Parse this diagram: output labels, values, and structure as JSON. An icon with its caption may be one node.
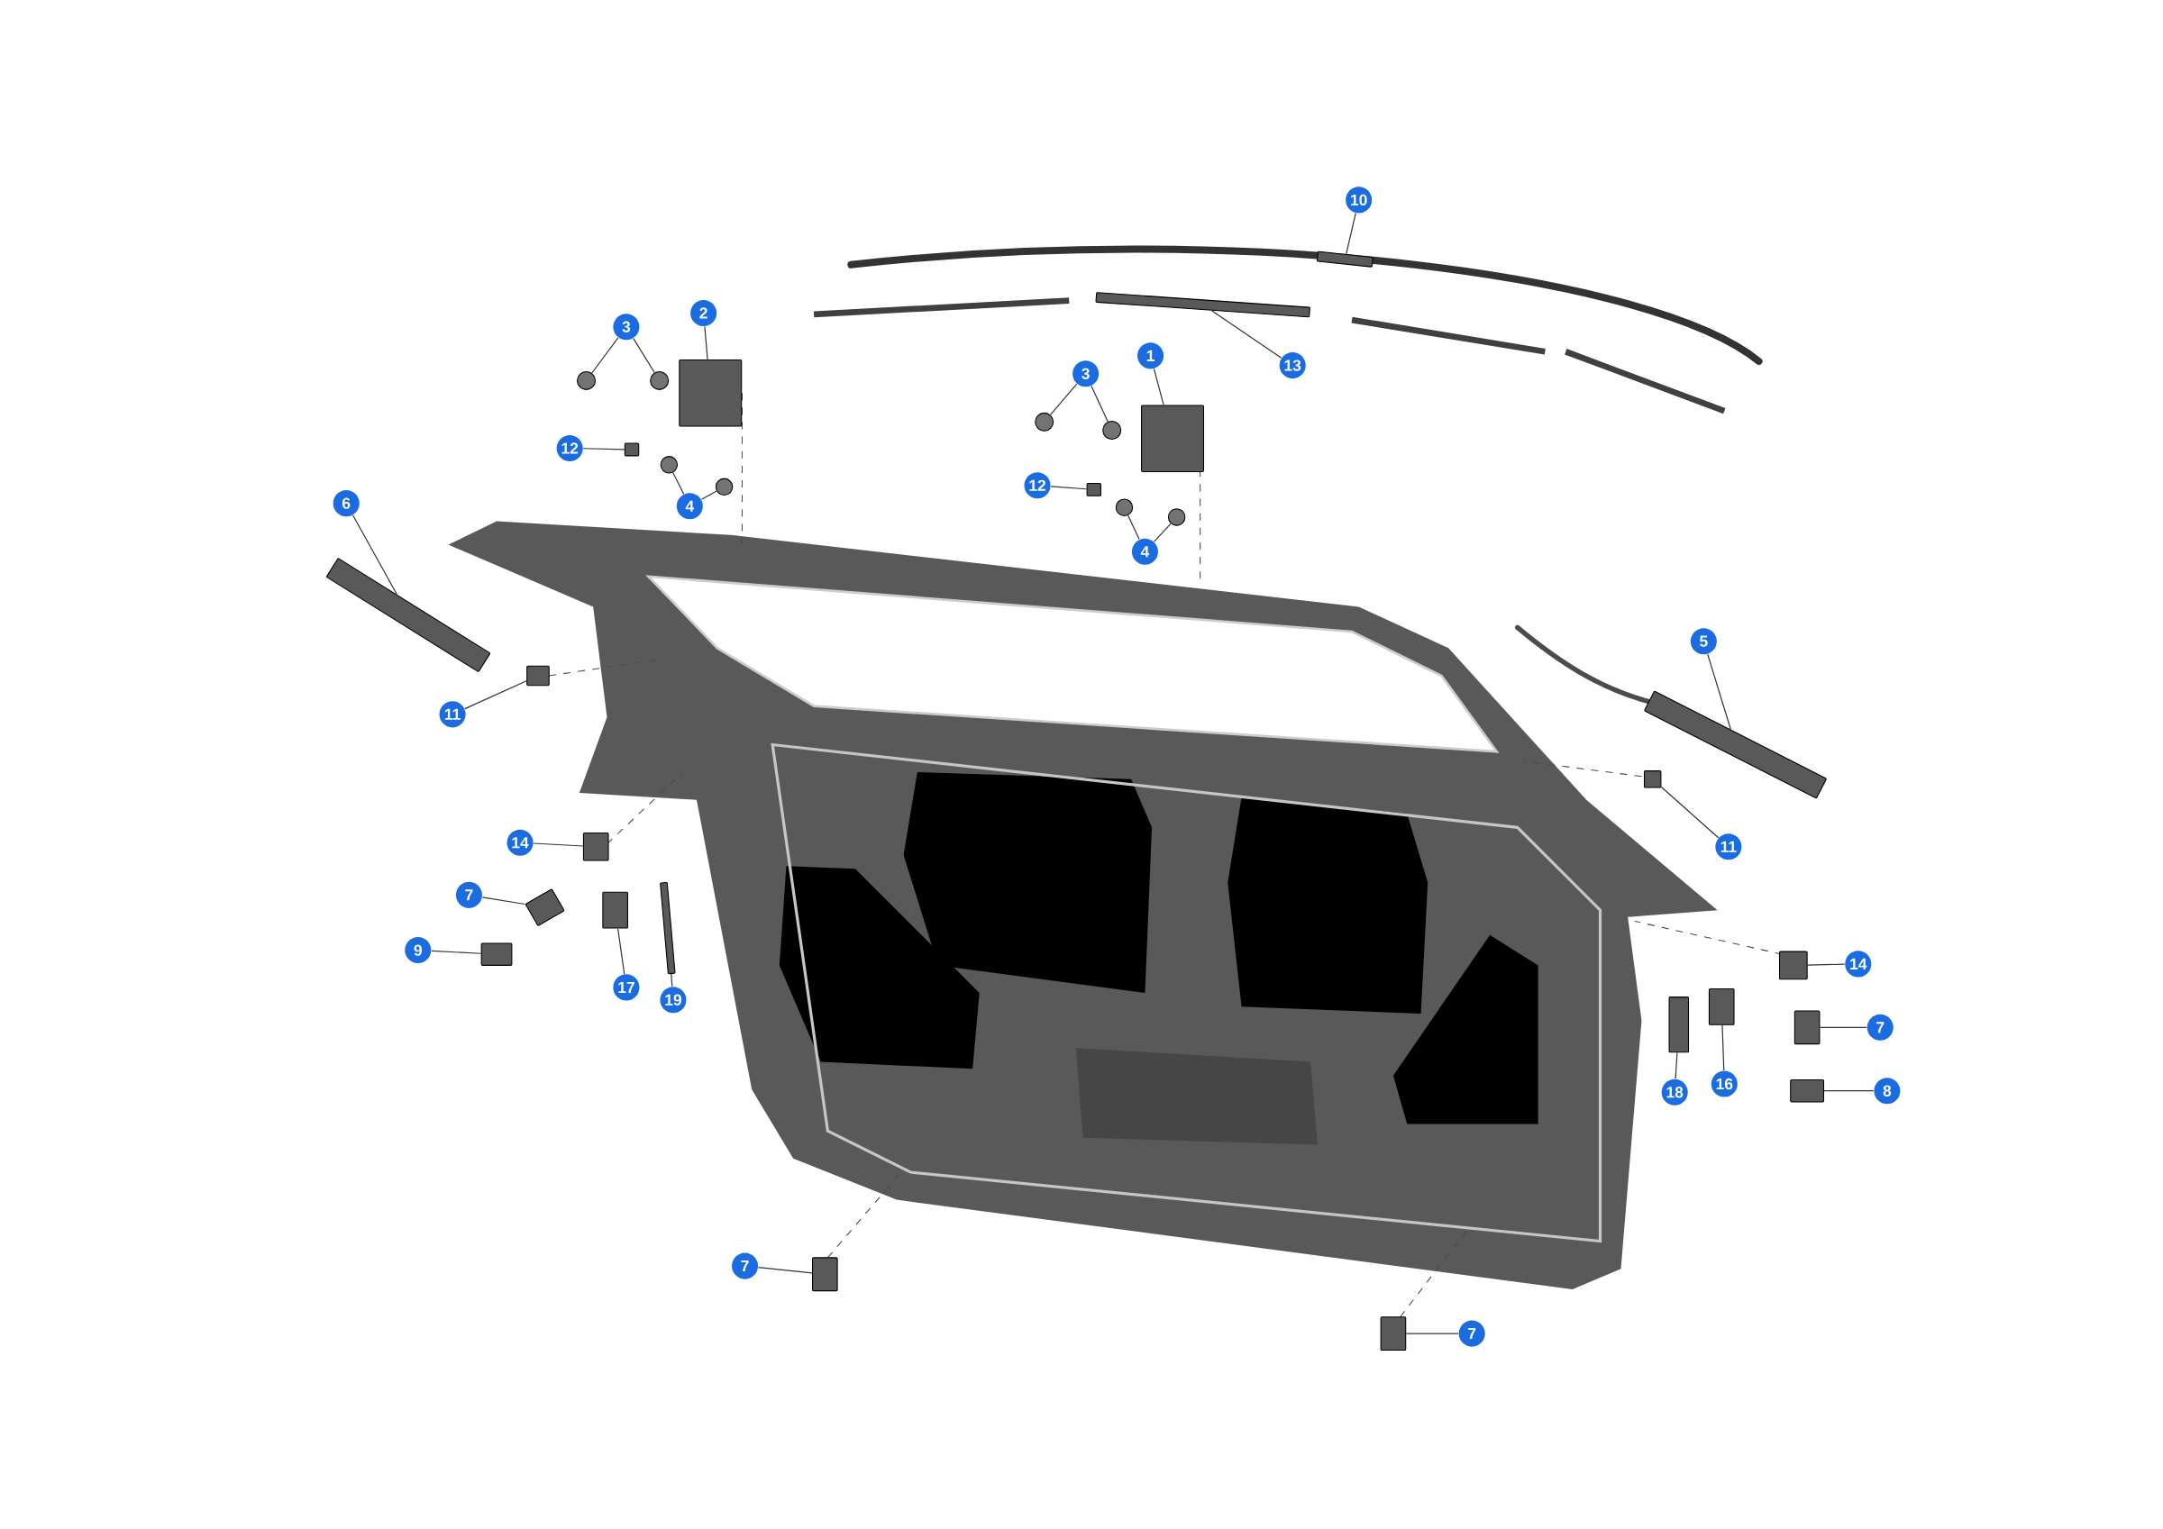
{
  "diagram": {
    "nodes": [
      {
        "text": [
          "10"
        ]
      },
      {
        "text": [],
        "shape": "box"
      },
      {
        "text": [
          "2"
        ]
      },
      {
        "text": [],
        "shape": "box"
      },
      {
        "text": [
          "3"
        ]
      },
      {
        "text": [],
        "shape": "circle"
      },
      {
        "text": [],
        "shape": "circle"
      },
      {
        "text": [
          "12"
        ]
      },
      {
        "text": [],
        "shape": "box"
      },
      {
        "text": [
          "4"
        ]
      },
      {
        "text": [],
        "shape": "circle"
      },
      {
        "text": [],
        "shape": "circle"
      },
      {
        "text": [
          "1"
        ]
      },
      {
        "text": [],
        "shape": "box"
      },
      {
        "text": [
          "3"
        ]
      },
      {
        "text": [],
        "shape": "circle"
      },
      {
        "text": [],
        "shape": "circle"
      },
      {
        "text": [
          "12"
        ]
      },
      {
        "text": [],
        "shape": "box"
      },
      {
        "text": [
          "4"
        ]
      },
      {
        "text": [],
        "shape": "circle"
      },
      {
        "text": [],
        "shape": "circle"
      },
      {
        "text": [
          "13"
        ]
      },
      {
        "text": [],
        "shape": "box"
      },
      {
        "text": [
          "6"
        ]
      },
      {
        "text": [],
        "shape": "box"
      },
      {
        "text": [
          "11"
        ]
      },
      {
        "text": [],
        "shape": "box"
      },
      {
        "text": [
          "5"
        ]
      },
      {
        "text": [],
        "shape": "box"
      },
      {
        "text": [
          "11"
        ]
      },
      {
        "text": [],
        "shape": "box"
      },
      {
        "text": [
          "14"
        ]
      },
      {
        "text": [],
        "shape": "box"
      },
      {
        "text": [
          "7"
        ]
      },
      {
        "text": [],
        "shape": "box"
      },
      {
        "text": [
          "9"
        ]
      },
      {
        "text": [],
        "shape": "box"
      },
      {
        "text": [
          "17"
        ]
      },
      {
        "text": [],
        "shape": "box"
      },
      {
        "text": [
          "19"
        ]
      },
      {
        "text": [],
        "shape": "box"
      },
      {
        "text": [
          "14"
        ]
      },
      {
        "text": [],
        "shape": "box"
      },
      {
        "text": [
          "7"
        ]
      },
      {
        "text": [],
        "shape": "box"
      },
      {
        "text": [
          "8"
        ]
      },
      {
        "text": [],
        "shape": "box"
      },
      {
        "text": [
          "18"
        ]
      },
      {
        "text": [],
        "shape": "box"
      },
      {
        "text": [
          "16"
        ]
      },
      {
        "text": [],
        "shape": "box"
      },
      {
        "text": [
          "7"
        ]
      },
      {
        "text": [],
        "shape": "box"
      },
      {
        "text": [
          "7"
        ]
      },
      {
        "text": [],
        "shape": "box"
      }
    ],
    "edges": [
      {
        "from": 0,
        "to": 1,
        "arrow": "none"
      },
      {
        "from": 2,
        "to": 3,
        "arrow": "none"
      },
      {
        "from": 4,
        "to": 5,
        "arrow": "none"
      },
      {
        "from": 4,
        "to": 6,
        "arrow": "none"
      },
      {
        "from": 7,
        "to": 8,
        "arrow": "none"
      },
      {
        "from": 9,
        "to": 10,
        "arrow": "none"
      },
      {
        "from": 9,
        "to": 11,
        "arrow": "none"
      },
      {
        "from": 12,
        "to": 13,
        "arrow": "none"
      },
      {
        "from": 14,
        "to": 15,
        "arrow": "none"
      },
      {
        "from": 14,
        "to": 16,
        "arrow": "none"
      },
      {
        "from": 17,
        "to": 18,
        "arrow": "none"
      },
      {
        "from": 19,
        "to": 20,
        "arrow": "none"
      },
      {
        "from": 19,
        "to": 21,
        "arrow": "none"
      },
      {
        "from": 22,
        "to": 23,
        "arrow": "none"
      },
      {
        "from": 24,
        "to": 25,
        "arrow": "none"
      },
      {
        "from": 26,
        "to": 27,
        "arrow": "none"
      },
      {
        "from": 28,
        "to": 29,
        "arrow": "none"
      },
      {
        "from": 30,
        "to": 31,
        "arrow": "none"
      },
      {
        "from": 32,
        "to": 33,
        "arrow": "none"
      },
      {
        "from": 34,
        "to": 35,
        "arrow": "none"
      },
      {
        "from": 36,
        "to": 37,
        "arrow": "none"
      },
      {
        "from": 38,
        "to": 39,
        "arrow": "none"
      },
      {
        "from": 40,
        "to": 41,
        "arrow": "none"
      },
      {
        "from": 42,
        "to": 43,
        "arrow": "none"
      },
      {
        "from": 44,
        "to": 45,
        "arrow": "none"
      },
      {
        "from": 46,
        "to": 47,
        "arrow": "none"
      },
      {
        "from": 48,
        "to": 49,
        "arrow": "none"
      },
      {
        "from": 50,
        "to": 51,
        "arrow": "none"
      },
      {
        "from": 52,
        "to": 53,
        "arrow": "none"
      },
      {
        "from": 54,
        "to": 55,
        "arrow": "none"
      }
    ]
  }
}
